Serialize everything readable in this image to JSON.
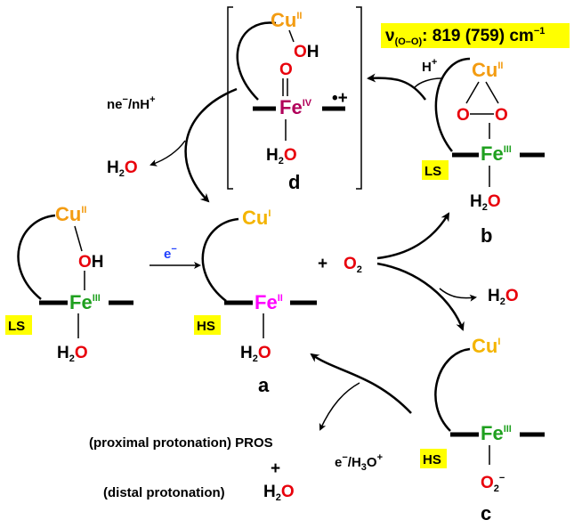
{
  "colors": {
    "cu": "#f39c12",
    "cu_i": "#f4b400",
    "fe_iii": "#1fa01f",
    "fe_ii": "#ff00ff",
    "fe_iv": "#b1005a",
    "oxygen": "#e8000b",
    "electron": "#1f3fff",
    "highlight": "#ffff00",
    "black": "#000000"
  },
  "labels": {
    "a": "a",
    "b": "b",
    "c": "c",
    "d": "d"
  },
  "spin": {
    "ls": "LS",
    "hs": "HS"
  },
  "atoms": {
    "cu": "Cu",
    "fe": "Fe",
    "o": "O",
    "h": "H",
    "h2": "H",
    "sub2": "2",
    "ii": "II",
    "i": "I",
    "iii": "III",
    "iv": "IV",
    "plus": "+",
    "minus": "−"
  },
  "texts": {
    "vibration_symbol": "ν",
    "vibration_sub": "(O–O)",
    "vibration_value": ": 819 (759) cm",
    "vibration_exp": "−1",
    "e_minus": "e",
    "ne_nH": "ne",
    "ne_nH_mid": "/nH",
    "e_H3O": "e",
    "e_H3O_mid": "/H",
    "e_H3O_sub": "3",
    "e_H3O_end": "O",
    "plus_sign": "+",
    "proximal": "(proximal protonation) PROS",
    "plus_between": "+",
    "distal": "(distal protonation)",
    "radical": "•+"
  }
}
